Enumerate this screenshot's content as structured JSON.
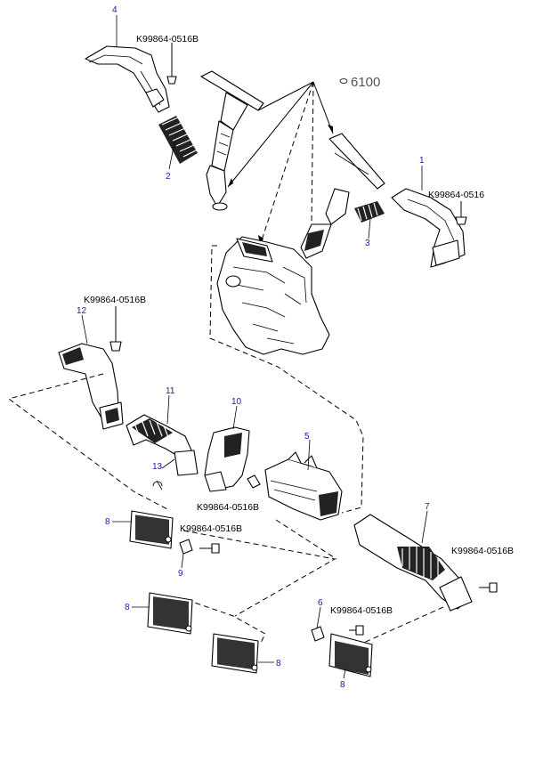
{
  "diagram": {
    "reference_number": "6100",
    "callouts": {
      "c1": "1",
      "c2": "2",
      "c3": "3",
      "c4": "4",
      "c5": "5",
      "c6": "6",
      "c7": "7",
      "c8a": "8",
      "c8b": "8",
      "c8c": "8",
      "c8d": "8",
      "c9": "9",
      "c10": "10",
      "c11": "11",
      "c12": "12",
      "c13": "13"
    },
    "part_numbers": {
      "p_top": "K99864-0516B",
      "p_right": "K99864-0516",
      "p_left": "K99864-0516B",
      "p_mid": "K99864-0516B",
      "p_9": "K99864-0516B",
      "p_7": "K99864-0516B",
      "p_6": "K99864-0516B"
    }
  }
}
